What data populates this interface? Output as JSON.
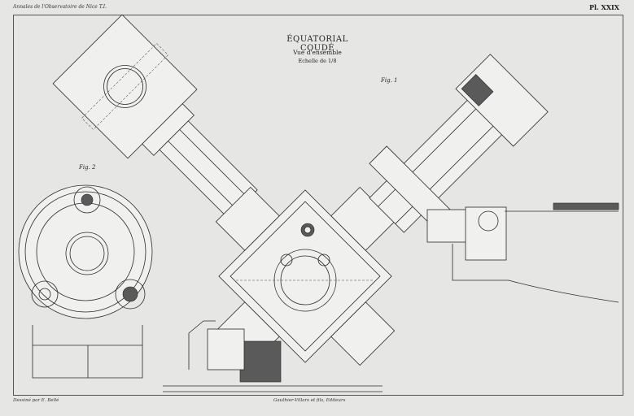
{
  "header": {
    "left": "Annales de l'Observatoire de Nice T.I.",
    "right": "Pl. XXIX"
  },
  "plate": {
    "title": "ÉQUATORIAL COUDÉ",
    "subtitle": "Vue d'ensemble",
    "scale": "Echelle de 1/8"
  },
  "figures": {
    "fig1": "Fig. 1",
    "fig2": "Fig. 2"
  },
  "footer": {
    "left": "Dessiné par E. Bellé",
    "center": "Gauthier-Villars et fils, Editeurs"
  },
  "colors": {
    "paper": "#e6e6e4",
    "ink": "#2a2a2a"
  }
}
